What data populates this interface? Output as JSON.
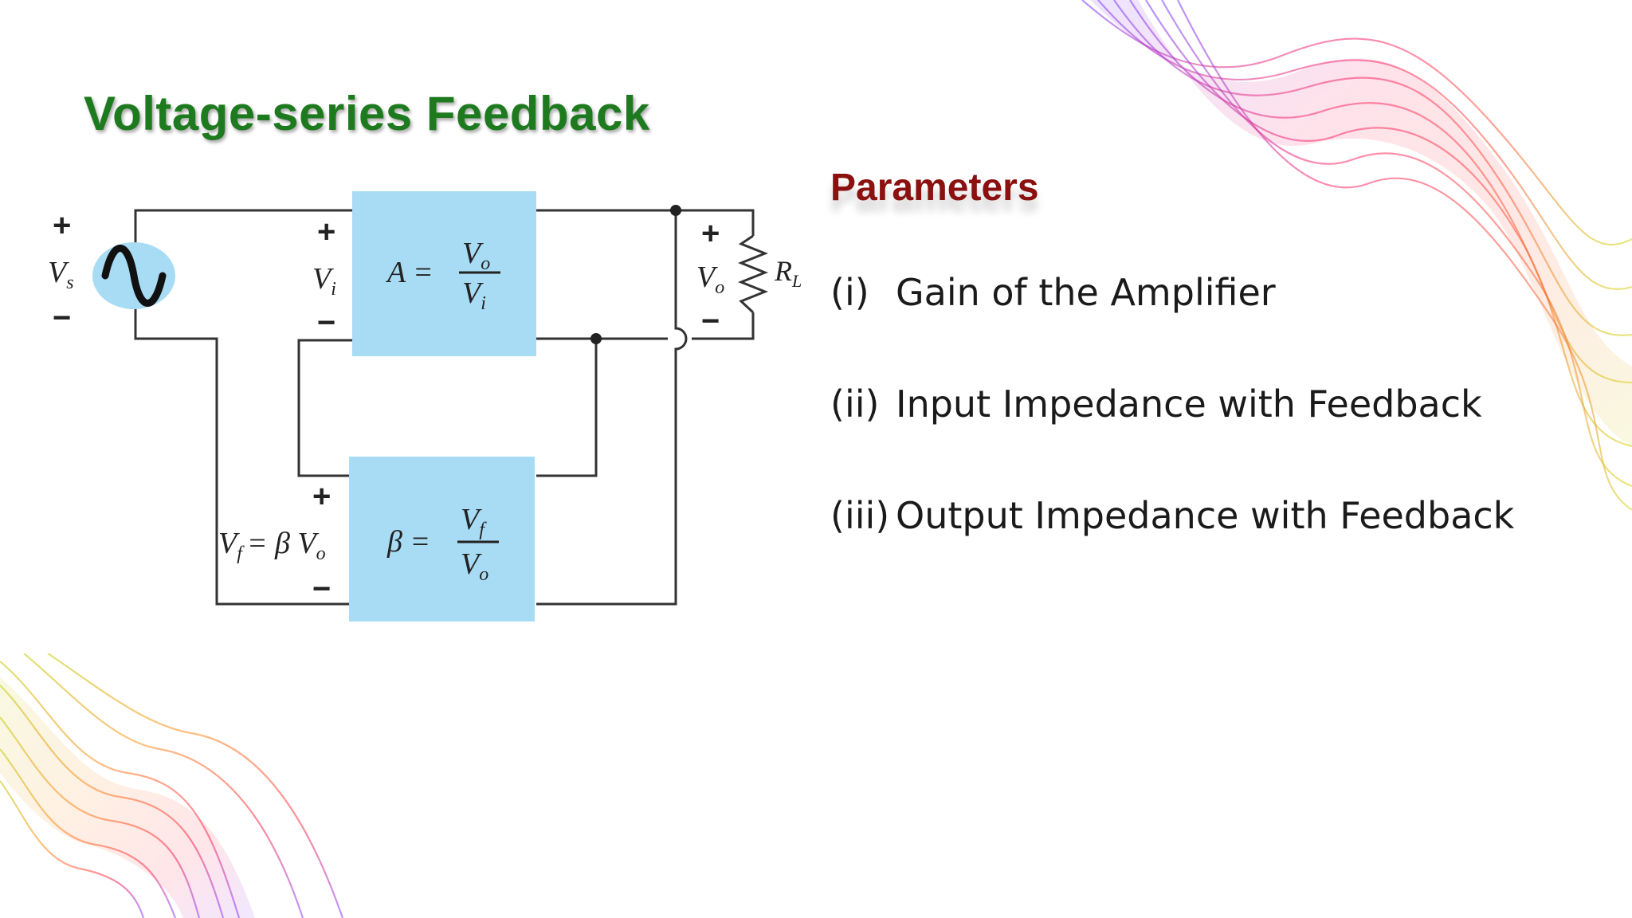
{
  "slide": {
    "title": "Voltage-series  Feedback"
  },
  "circuit": {
    "source_label": "V",
    "source_sub": "s",
    "plus": "+",
    "minus": "−",
    "vi_label": "V",
    "vi_sub": "i",
    "vo_label": "V",
    "vo_sub": "o",
    "rl_label": "R",
    "rl_sub": "L",
    "amp_lhs": "A =",
    "amp_num": "V",
    "amp_num_sub": "o",
    "amp_den": "V",
    "amp_den_sub": "i",
    "fb_lhs": "β =",
    "fb_num": "V",
    "fb_num_sub": "f",
    "fb_den": "V",
    "fb_den_sub": "o",
    "vf_label": "V",
    "vf_sub": "f",
    "vf_eq": "= β V",
    "vf_eq_sub": "o",
    "box_color": "#a8dcf4",
    "source_color": "#a8dcf4"
  },
  "parameters": {
    "heading": "Parameters",
    "items": [
      {
        "num": "(i)",
        "text": "Gain of the Amplifier"
      },
      {
        "num": "(ii)",
        "text": "Input Impedance with Feedback"
      },
      {
        "num": "(iii)",
        "text": "Output Impedance with Feedback"
      }
    ]
  },
  "colors": {
    "title": "#1e7a1e",
    "heading": "#8b1010"
  }
}
